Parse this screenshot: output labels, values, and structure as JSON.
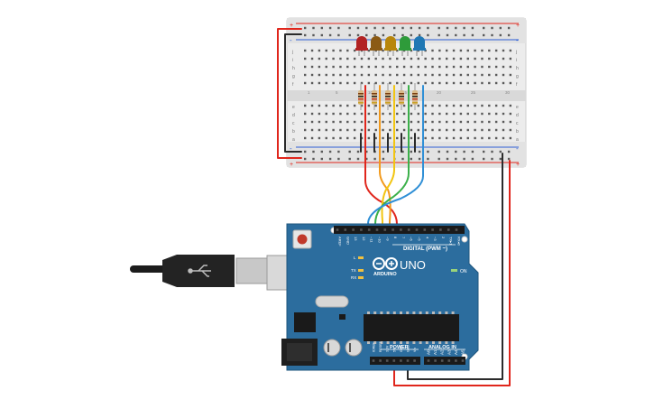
{
  "board": {
    "brand": "ARDUINO",
    "model": "UNO",
    "label_digital": "DIGITAL (PWM ~)",
    "label_power": "POWER",
    "label_analog": "ANALOG IN",
    "label_on": "ON",
    "label_l": "L",
    "label_tx": "TX",
    "label_rx": "RX",
    "top_header_pins": [
      "AREF",
      "GND",
      "13",
      "12",
      "~11",
      "~10",
      "~9",
      "8",
      "7",
      "~6",
      "~5",
      "4",
      "~3",
      "2",
      "TX▸1",
      "RX◂0"
    ],
    "power_pins": [
      "IOREF",
      "RESET",
      "3.3V",
      "5V",
      "GND",
      "GND",
      "Vin"
    ],
    "analog_pins": [
      "A0",
      "A1",
      "A2",
      "A3",
      "A4",
      "A5"
    ]
  },
  "breadboard": {
    "row_letters_top": [
      "j",
      "i",
      "h",
      "g",
      "f"
    ],
    "row_letters_bottom": [
      "e",
      "d",
      "c",
      "b",
      "a"
    ],
    "column_numbers": [
      "1",
      "5",
      "10",
      "15",
      "20",
      "25",
      "30"
    ],
    "rail_plus": "+",
    "rail_minus": "-"
  },
  "leds": [
    {
      "color": "#b22222"
    },
    {
      "color": "#8b5a14"
    },
    {
      "color": "#b8860b"
    },
    {
      "color": "#2e9b3a"
    },
    {
      "color": "#1f78b4"
    }
  ],
  "wire_colors": {
    "red": "#e0261c",
    "orange": "#f29a1d",
    "yellow": "#f2c511",
    "green": "#3bb04a",
    "blue": "#2f8fd6",
    "black": "#2b2b2b",
    "power": "#e0261c"
  },
  "colors": {
    "board": "#2c6d9e",
    "board_dark": "#1f567e",
    "breadboard": "#e9e9e9",
    "rail_red": "#e0261c",
    "rail_blue": "#2f5fd6"
  }
}
